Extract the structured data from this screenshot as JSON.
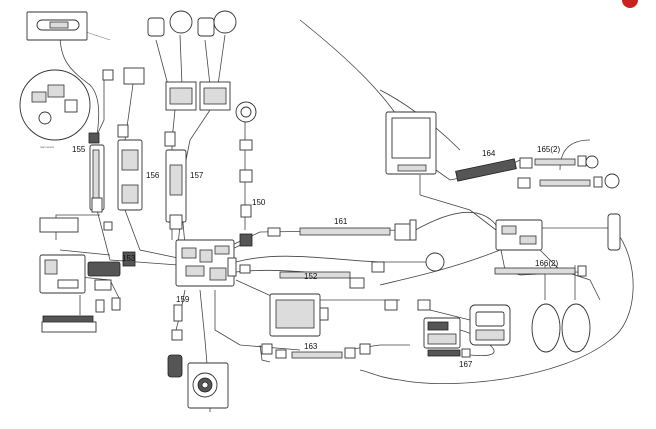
{
  "callouts": {
    "c155": "155",
    "c156": "156",
    "c157": "157",
    "c150": "150",
    "c161": "161",
    "c164": "164",
    "c165": "165(2)",
    "c166": "166(2)",
    "c153": "153",
    "c152": "152",
    "c159": "159",
    "c163": "163",
    "c167": "167"
  },
  "colors": {
    "badge": "#cc1f1f",
    "line": "#444444"
  }
}
